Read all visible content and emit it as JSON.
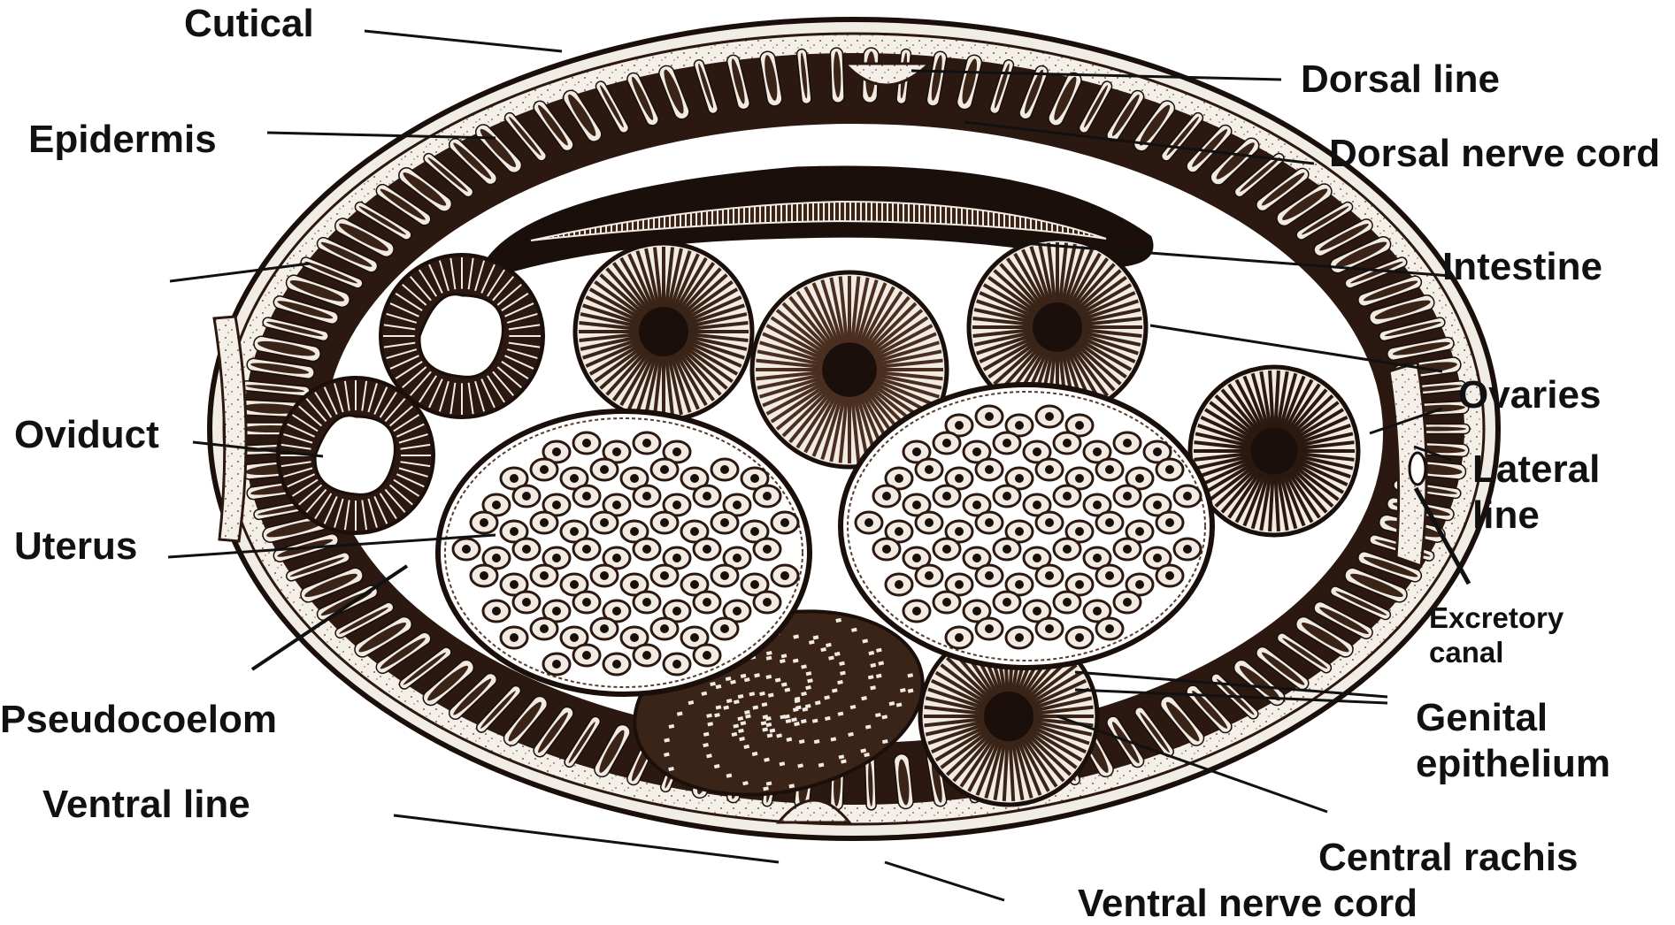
{
  "labels": {
    "cutical": "Cutical",
    "dorsal_line": "Dorsal line",
    "epidermis": "Epidermis",
    "dorsal_nerve_cord": "Dorsal nerve cord",
    "intestine": "Intestine",
    "ovaries": "Ovaries",
    "oviduct": "Oviduct",
    "lateral_line": "Lateral line",
    "uterus": "Uterus",
    "excretory_canal": "Excretory canal",
    "pseudocoelom": "Pseudocoelom",
    "genital_epithelium": "Genital epithelium",
    "ventral_line": "Ventral line",
    "central_rachis": "Central rachis",
    "ventral_nerve_cord": "Ventral nerve cord"
  },
  "colors": {
    "ink": "#1a0f0a",
    "tissue_dark": "#2b1810",
    "tissue_mid": "#5a3b2c",
    "tissue_light": "#f1ebe4",
    "label_text": "#111111",
    "background": "#ffffff"
  }
}
